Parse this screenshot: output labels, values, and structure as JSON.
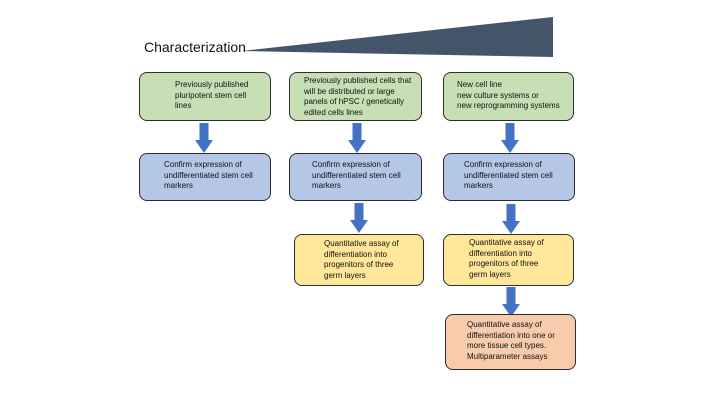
{
  "diagram": {
    "title": "Characterization",
    "colors": {
      "wedge": "#44546a",
      "green": "#c6dfb4",
      "blue": "#b4c7e7",
      "yellow": "#ffe699",
      "salmon": "#f8cbad",
      "arrow": "#4472c4"
    },
    "col1": {
      "source": "Previously published\npluripotent stem cell\nlines",
      "confirm": "Confirm expression of\nundifferentiated stem cell\nmarkers"
    },
    "col2": {
      "source": "Previously published cells that\nwill be distributed or large\npanels of hPSC / genetically\nedited cells lines",
      "confirm": "Confirm expression of\nundifferentiated stem cell\nmarkers",
      "quant": "Quantitative assay of\ndifferentiation into\nprogenitors of three\ngerm layers"
    },
    "col3": {
      "source": "New cell line\nnew culture systems or\nnew reprogramming systems",
      "confirm": "Confirm expression of\nundifferentiated stem cell\nmarkers",
      "quant": "Quantitative assay of\ndifferentiation into\nprogenitors of three\ngerm layers",
      "tissue": "Quantitative assay of\ndifferentiation into one or\nmore tissue cell types.\nMultiparameter assays"
    }
  }
}
